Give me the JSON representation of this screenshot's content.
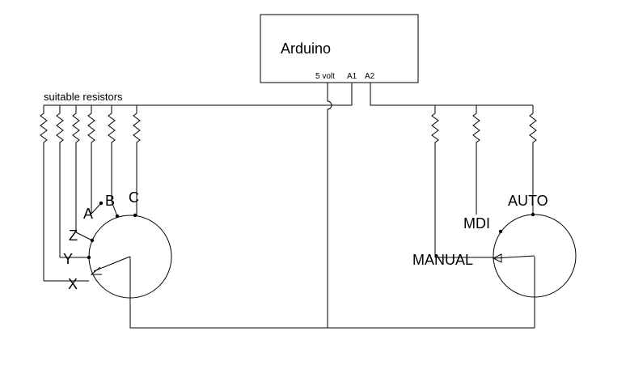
{
  "arduino": {
    "title": "Arduino",
    "pins": {
      "five_volt": "5 volt",
      "a1": "A1",
      "a2": "A2"
    }
  },
  "resistor_label": "suitable resistors",
  "left_switch": {
    "positions": {
      "x": "X",
      "y": "Y",
      "z": "Z",
      "a": "A",
      "b": "B",
      "c": "C"
    }
  },
  "right_switch": {
    "positions": {
      "manual": "MANUAL",
      "mdi": "MDI",
      "auto": "AUTO"
    }
  }
}
